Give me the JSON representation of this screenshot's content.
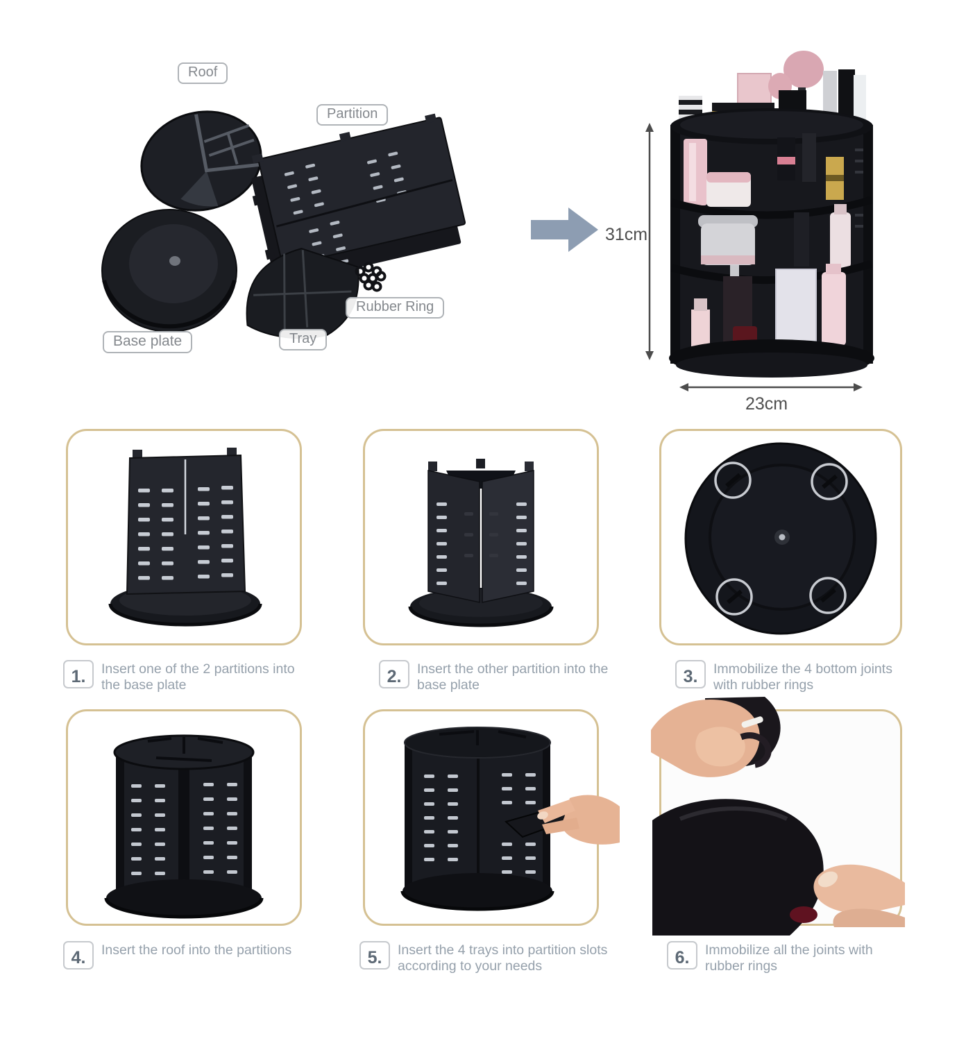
{
  "parts": {
    "roof": "Roof",
    "partition": "Partition",
    "base_plate": "Base plate",
    "tray": "Tray",
    "rubber_ring": "Rubber Ring"
  },
  "dimensions": {
    "height": "31cm",
    "width": "23cm"
  },
  "steps": [
    {
      "num": "1.",
      "text": "Insert one of the 2 partitions into the base plate"
    },
    {
      "num": "2.",
      "text": "Insert the other partition into the base plate"
    },
    {
      "num": "3.",
      "text": "Immobilize the 4 bottom joints with rubber rings"
    },
    {
      "num": "4.",
      "text": "Insert the roof into the partitions"
    },
    {
      "num": "5.",
      "text": "Insert the 4 trays into partition slots according to your needs"
    },
    {
      "num": "6.",
      "text": "Immobilize all the joints with rubber rings"
    }
  ],
  "colors": {
    "step_box_border": "#d5c193",
    "arrow": "#8d9db2",
    "caption_text": "#95a0ab",
    "badge_text": "#5d6975",
    "part_label_text": "#84888d",
    "dimension_text": "#4e4e4e",
    "product_black": "#17181d",
    "accent_pink": "#e9c2cb"
  }
}
